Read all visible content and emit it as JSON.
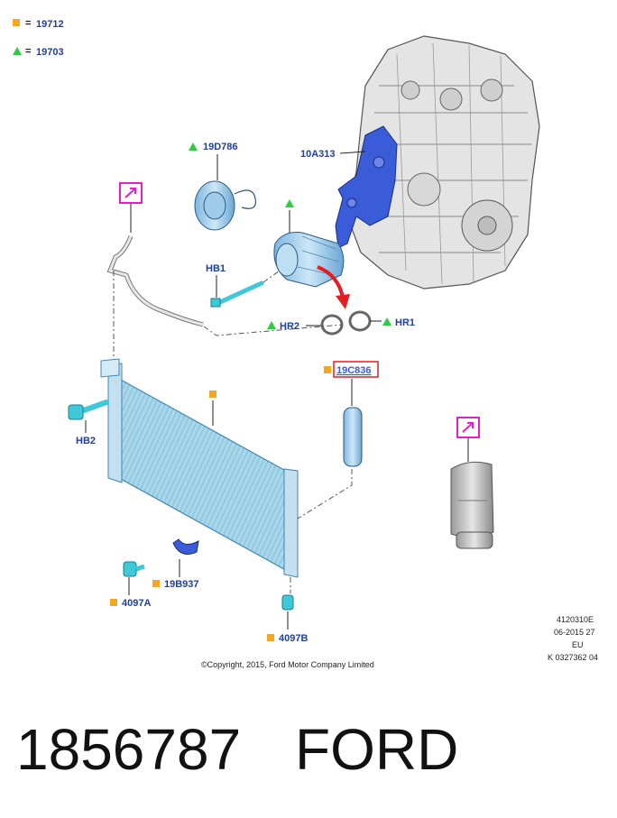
{
  "legend": [
    {
      "symbol": "square",
      "color": "#f5a623",
      "equals": "=",
      "code": "19712"
    },
    {
      "symbol": "triangle",
      "color": "#2ecc40",
      "equals": "=",
      "code": "19703"
    }
  ],
  "labels": {
    "clutch": "19D786",
    "bracket": "10A313",
    "bolt_hb1": "HB1",
    "oring_hr2": "HR2",
    "oring_hr1": "HR1",
    "drier": "19C836",
    "bolt_hb2": "HB2",
    "clip": "19B937",
    "valve_a": "4097A",
    "valve_b": "4097B"
  },
  "drawing_info": {
    "line1": "4120310E",
    "line2": "06-2015 27",
    "line3": "EU",
    "line4": "K 0327362 04"
  },
  "copyright": "©Copyright, 2015, Ford Motor Company Limited",
  "footer": {
    "part_number": "1856787",
    "brand": "FORD"
  },
  "colors": {
    "label_blue": "#1f3f9e",
    "legend_orange": "#f5a623",
    "legend_green": "#2ecc40",
    "highlight_magenta": "#e020c8",
    "highlight_red": "#e02020",
    "bracket_blue": "#3a5cd8",
    "part_teal": "#3fc8d8"
  },
  "icons": [
    "view-detail-icon",
    "view-detail-icon",
    "red-arrow-icon"
  ]
}
